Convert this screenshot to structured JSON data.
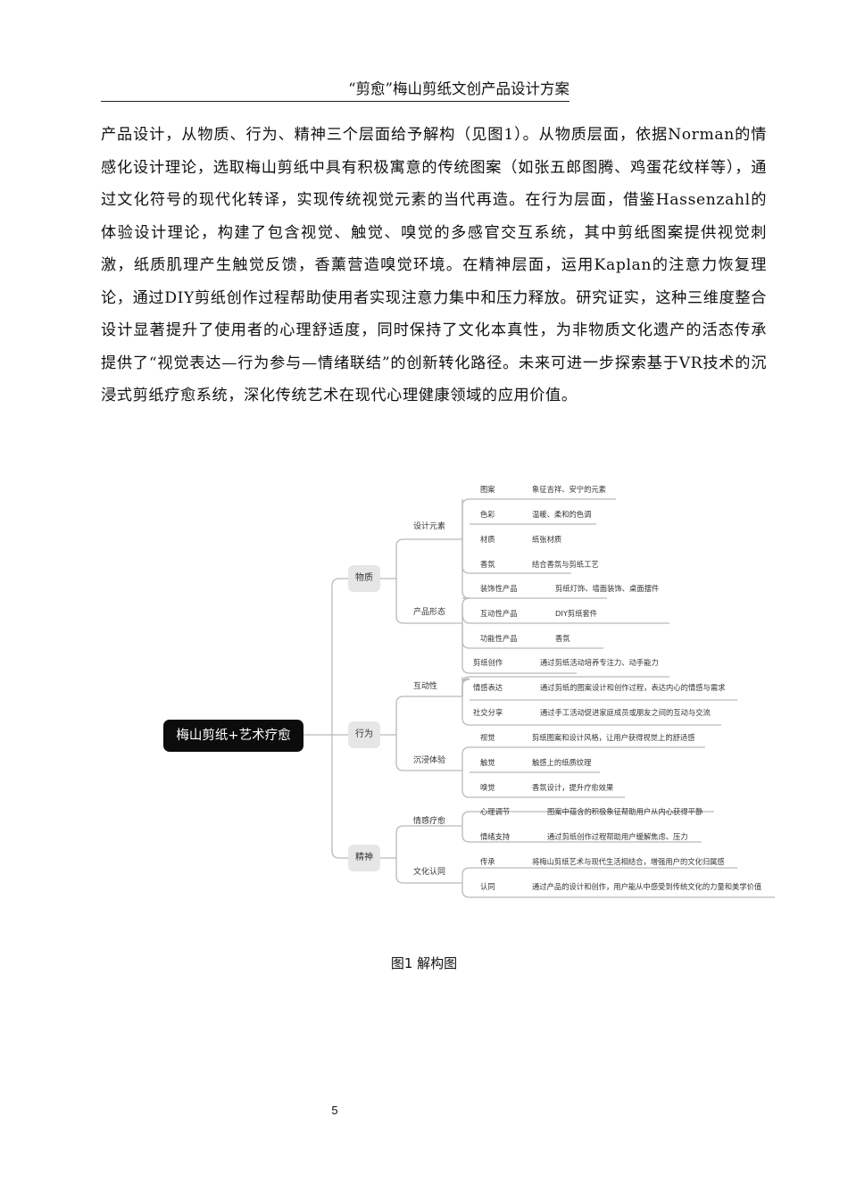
{
  "header": {
    "title": "“剪愈”梅山剪纸文创产品设计方案"
  },
  "body": {
    "paragraph": "产品设计，从物质、行为、精神三个层面给予解构（见图1）。从物质层面，依据Norman的情感化设计理论，选取梅山剪纸中具有积极寓意的传统图案（如张五郎图腾、鸡蛋花纹样等），通过文化符号的现代化转译，实现传统视觉元素的当代再造。在行为层面，借鉴Hassenzahl的体验设计理论，构建了包含视觉、触觉、嗅觉的多感官交互系统，其中剪纸图案提供视觉刺激，纸质肌理产生触觉反馈，香薰营造嗅觉环境。在精神层面，运用Kaplan的注意力恢复理论，通过DIY剪纸创作过程帮助使用者实现注意力集中和压力释放。研究证实，这种三维度整合设计显著提升了使用者的心理舒适度，同时保持了文化本真性，为非物质文化遗产的活态传承提供了“视觉表达—行为参与—情绪联结”的创新转化路径。未来可进一步探索基于VR技术的沉浸式剪纸疗愈系统，深化传统艺术在现代心理健康领域的应用价值。"
  },
  "mindmap": {
    "root": "梅山剪纸+艺术疗愈",
    "branches": [
      {
        "label": "物质",
        "groups": [
          {
            "label": "设计元素",
            "items": [
              {
                "name": "图案",
                "desc": "象征吉祥、安宁的元素"
              },
              {
                "name": "色彩",
                "desc": "温暖、柔和的色调"
              },
              {
                "name": "材质",
                "desc": "纸张材质"
              },
              {
                "name": "香氛",
                "desc": "结合香氛与剪纸工艺"
              }
            ]
          },
          {
            "label": "产品形态",
            "items": [
              {
                "name": "装饰性产品",
                "desc": "剪纸灯饰、墙面装饰、桌面摆件"
              },
              {
                "name": "互动性产品",
                "desc": "DIY剪纸套件"
              },
              {
                "name": "功能性产品",
                "desc": "香氛"
              }
            ]
          }
        ]
      },
      {
        "label": "行为",
        "groups": [
          {
            "label": "互动性",
            "items": [
              {
                "name": "剪纸创作",
                "desc": "通过剪纸活动培养专注力、动手能力"
              },
              {
                "name": "情感表达",
                "desc": "通过剪纸的图案设计和创作过程，表达内心的情感与需求"
              },
              {
                "name": "社交分享",
                "desc": "通过手工活动促进家庭成员或朋友之间的互动与交流"
              }
            ]
          },
          {
            "label": "沉浸体验",
            "items": [
              {
                "name": "视觉",
                "desc": "剪纸图案和设计风格，让用户获得视觉上的舒适感"
              },
              {
                "name": "触觉",
                "desc": "触感上的纸质纹理"
              },
              {
                "name": "嗅觉",
                "desc": "香氛设计，提升疗愈效果"
              }
            ]
          }
        ]
      },
      {
        "label": "精神",
        "groups": [
          {
            "label": "情感疗愈",
            "items": [
              {
                "name": "心理调节",
                "desc": "图案中蕴含的积极象征帮助用户从内心获得平静"
              },
              {
                "name": "情绪支持",
                "desc": "通过剪纸创作过程帮助用户缓解焦虑、压力"
              }
            ]
          },
          {
            "label": "文化认同",
            "items": [
              {
                "name": "传承",
                "desc": "将梅山剪纸艺术与现代生活相结合，增强用户的文化归属感"
              },
              {
                "name": "认同",
                "desc": "通过产品的设计和创作，用户能从中感受到传统文化的力量和美学价值"
              }
            ]
          }
        ]
      }
    ]
  },
  "caption": "图1 解构图",
  "page_number": "5",
  "colors": {
    "root_bg": "#0c0c0c",
    "root_text": "#ffffff",
    "branch_bg": "#e6e6e6",
    "line": "#b9b9b9"
  }
}
